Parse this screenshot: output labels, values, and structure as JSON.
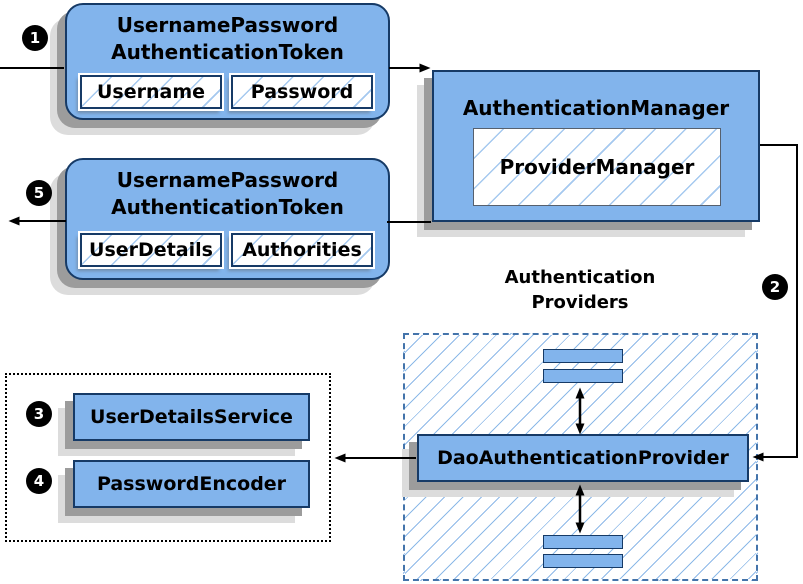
{
  "diagram": {
    "steps": [
      "1",
      "2",
      "3",
      "4",
      "5"
    ],
    "request_token": {
      "title_line1": "UsernamePassword",
      "title_line2": "AuthenticationToken",
      "fields": [
        "Username",
        "Password"
      ]
    },
    "authentication_manager": {
      "title": "AuthenticationManager",
      "inner_box": "ProviderManager"
    },
    "response_token": {
      "title_line1": "UsernamePassword",
      "title_line2": "AuthenticationToken",
      "fields": [
        "UserDetails",
        "Authorities"
      ]
    },
    "providers_group": {
      "label_line1": "Authentication",
      "label_line2": "Providers",
      "main_provider": "DaoAuthenticationProvider"
    },
    "collaborators": [
      "UserDetailsService",
      "PasswordEncoder"
    ],
    "colors": {
      "box_fill": "#82b4ec",
      "box_border": "#163a66",
      "hatch_line": "#a5c9ef",
      "dashed_border": "#4474ab",
      "shadow_dark": "#9c9c9c",
      "shadow_light": "#dcdcdc",
      "connector": "#000000"
    }
  }
}
